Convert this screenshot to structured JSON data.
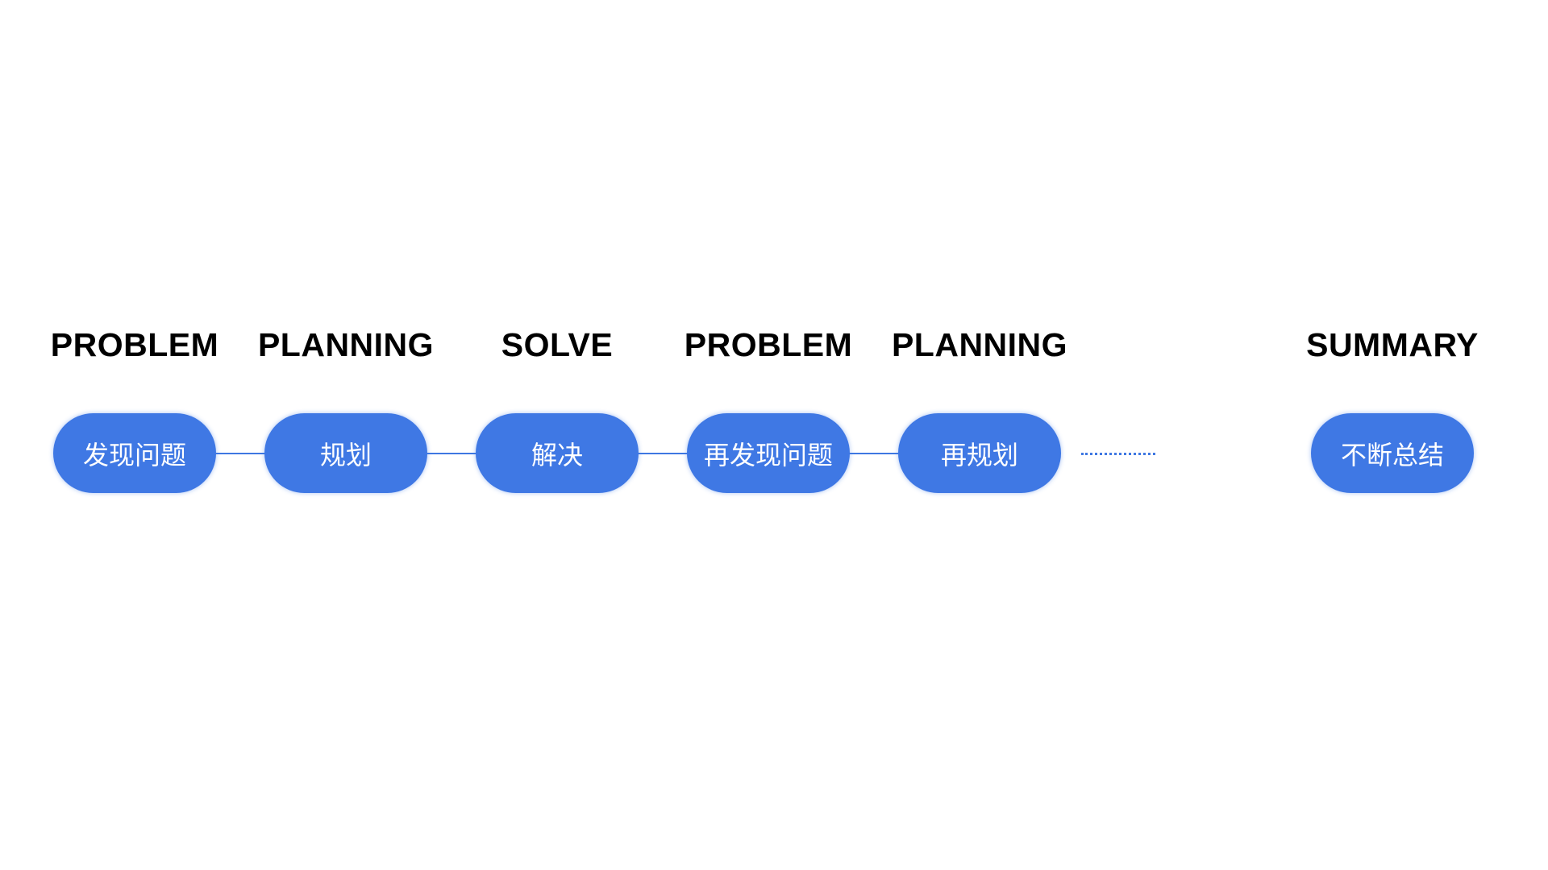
{
  "colors": {
    "pill": "#3f78e4",
    "connector": "#3f78e2",
    "heading": "#000000",
    "background": "#ffffff"
  },
  "steps": [
    {
      "heading": "PROBLEM",
      "label": "发现问题"
    },
    {
      "heading": "PLANNING",
      "label": "规划"
    },
    {
      "heading": "SOLVE",
      "label": "解决"
    },
    {
      "heading": "PROBLEM",
      "label": "再发现问题"
    },
    {
      "heading": "PLANNING",
      "label": "再规划"
    },
    {
      "heading": "SUMMARY",
      "label": "不断总结"
    }
  ]
}
